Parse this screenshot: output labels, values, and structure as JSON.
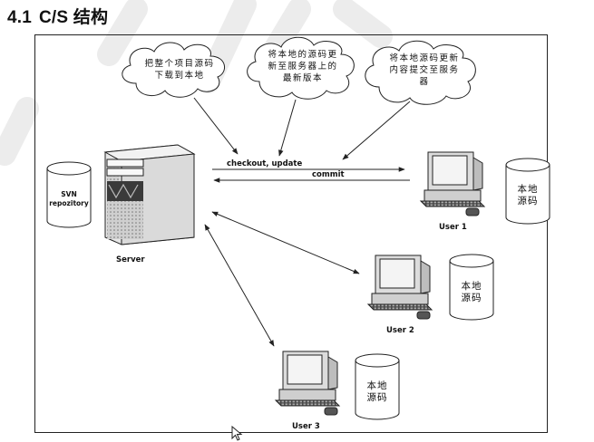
{
  "heading": {
    "number": "4.1",
    "title": "C/S 结构"
  },
  "clouds": [
    {
      "lines": [
        "把整个项目源码",
        "下载到本地"
      ]
    },
    {
      "lines": [
        "将本地的源码更",
        "新至服务器上的",
        "最新版本"
      ]
    },
    {
      "lines": [
        "将本地源码更新",
        "内容提交至服务",
        "器"
      ]
    }
  ],
  "arrows": {
    "checkout_label": "checkout, update",
    "commit_label": "commit"
  },
  "server": {
    "label": "Server"
  },
  "repository": {
    "lines": [
      "SVN",
      "repozitory"
    ]
  },
  "users": [
    {
      "label": "User 1",
      "cylinder_lines": [
        "本地",
        "源码"
      ]
    },
    {
      "label": "User 2",
      "cylinder_lines": [
        "本地",
        "源码"
      ]
    },
    {
      "label": "User 3",
      "cylinder_lines": [
        "本地",
        "源码"
      ]
    }
  ],
  "colors": {
    "line": "#222222",
    "watermark": "#e9e9e9",
    "server_dark": "#3a3a3a",
    "monitor_screen": "#f4f4f4"
  }
}
